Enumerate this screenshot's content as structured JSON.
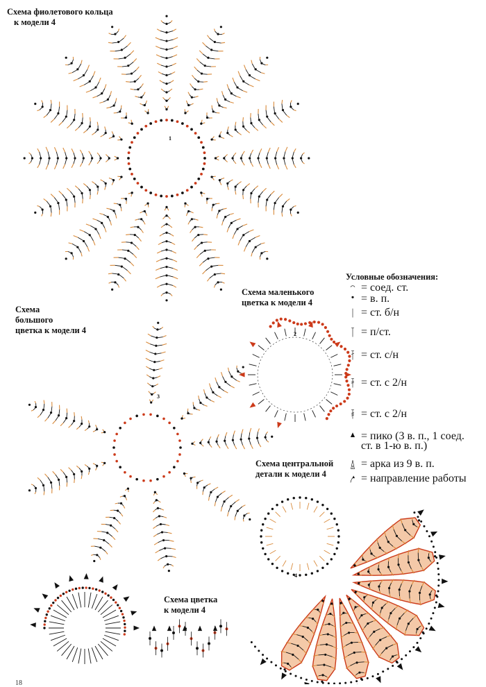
{
  "labels": {
    "violet_ring": [
      "Схема фиолетового кольца",
      "к модели  4"
    ],
    "big_flower": [
      "Схема",
      "большого",
      "цветка к модели  4"
    ],
    "small_flower": [
      "Схема маленького",
      "цветка к модели  4"
    ],
    "central_detail": [
      "Схема центральной",
      "детали к модели  4"
    ],
    "flower": [
      "Схема цветка",
      "к модели 4"
    ]
  },
  "legend": {
    "title": "Условные обозначения:",
    "items": [
      {
        "icon": "slip-stitch-icon",
        "text": "= соед. ст."
      },
      {
        "icon": "chain-stitch-icon",
        "text": "= в. п."
      },
      {
        "icon": "single-crochet-icon",
        "text": "= ст. б/н"
      },
      {
        "icon": "half-double-crochet-icon",
        "text": "= п/ст."
      },
      {
        "icon": "double-crochet-icon",
        "text": "= ст. с/н"
      },
      {
        "icon": "treble-crochet-icon",
        "text": "= ст. с 2/н"
      },
      {
        "icon": "double-treble-crochet-icon",
        "text": "= ст. с 2/н"
      },
      {
        "icon": "picot-icon",
        "text": "= пико (3 в. п., 1 соед. ст. в 1-ю в. п.)"
      },
      {
        "icon": "arch-icon",
        "text": "= арка из 9 в. п."
      },
      {
        "icon": "direction-arrow-icon",
        "text": "= направление работы"
      }
    ],
    "arch_number": "9"
  },
  "markers": {
    "ring_start": "1",
    "big_flower_start": "3",
    "small_flower_start": "2",
    "central_start": "4"
  },
  "page_number": "18",
  "colors": {
    "ink": "#111111",
    "accent": "#cc3a1a",
    "orange": "#d98a3a",
    "fill": "#f4c9a8"
  }
}
